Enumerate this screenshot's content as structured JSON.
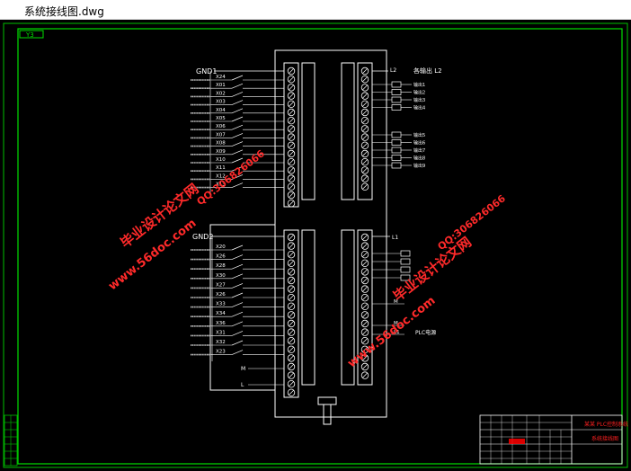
{
  "window": {
    "title": "系统接线图.dwg"
  },
  "sheet": {
    "tag": "Y3"
  },
  "colors": {
    "background": "#000000",
    "frame": "#00ff00",
    "lines": "#ffffff",
    "watermark": "#ff2020",
    "title_red": "#ff0000"
  },
  "top_block": {
    "left_header": "GND1",
    "right_header": "L2",
    "right_label": "各输出 L2",
    "inputs": [
      "X24",
      "X01",
      "X02",
      "X03",
      "X04",
      "X05",
      "X06",
      "X07",
      "X08",
      "X09",
      "X10",
      "X11",
      "X12",
      "X13"
    ],
    "outputs_group1": [
      "输出1",
      "输出2",
      "输出3",
      "输出4"
    ],
    "outputs_group2": [
      "输出5",
      "输出6",
      "输出7",
      "输出8",
      "输出9"
    ]
  },
  "bottom_block": {
    "left_header": "GND2",
    "right_top_label": "L1",
    "inputs": [
      "X20",
      "X26",
      "X28",
      "X30",
      "X27",
      "X26",
      "X33",
      "X34",
      "X36",
      "X31",
      "X32",
      "X23"
    ],
    "extra_left": [
      "M",
      "L"
    ],
    "right_labels": [
      "M",
      "M",
      "L1"
    ],
    "plc_label": "PLC电源"
  },
  "watermarks": [
    {
      "line1": "毕业设计论文网",
      "line2": "www.56doc.com",
      "qq": "QQ:306826066"
    },
    {
      "line1": "毕业设计论文网",
      "line2": "www.56doc.com",
      "qq": "QQ:306826066"
    }
  ],
  "title_block": {
    "red_title": "某某 PLC控制系统",
    "sub_title": "系统接线图"
  }
}
